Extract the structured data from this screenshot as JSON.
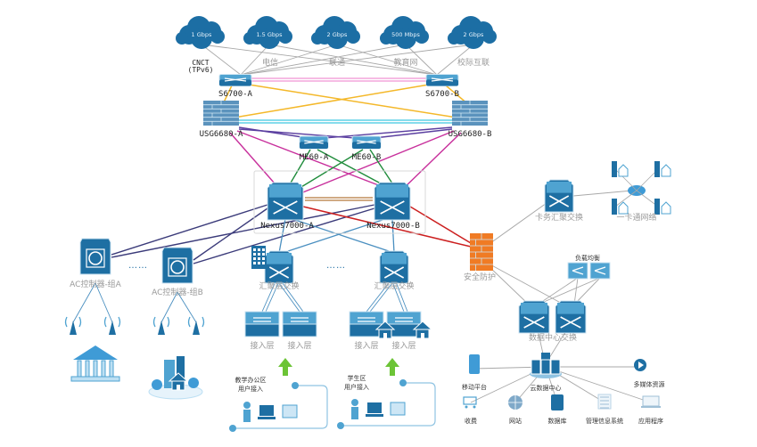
{
  "diagram": {
    "title": "",
    "colors": {
      "device_blue": "#1e6fa3",
      "device_light": "#4fa3d1",
      "cloud": "#1c6ea4",
      "firewall_orange": "#f07b24",
      "link_gray": "#a8a8a8",
      "link_pink": "#f4a6dc",
      "link_yellow": "#f4b82a",
      "link_cyan": "#5fd0e6",
      "link_purple": "#5b3fa0",
      "link_magenta": "#c8309c",
      "link_green": "#1f8c3b",
      "link_brown": "#b5773a",
      "link_navy": "#3b3b7a",
      "link_steel": "#4a8fc0",
      "link_red": "#cc1f1f",
      "arrow_green": "#6cc436"
    },
    "clouds": [
      {
        "id": "c1",
        "label": "1 Gbps"
      },
      {
        "id": "c2",
        "label": "1.5 Gbps"
      },
      {
        "id": "c3",
        "label": "2 Gbps"
      },
      {
        "id": "c4",
        "label": "500 Mbps"
      },
      {
        "id": "c5",
        "label": "2 Gbps"
      }
    ],
    "isp_labels": [
      {
        "id": "cnct",
        "label": "CNCT\n(TPv6)"
      },
      {
        "id": "telecom",
        "label": "电信"
      },
      {
        "id": "unicom",
        "label": "联通"
      },
      {
        "id": "edunet",
        "label": "教育网"
      },
      {
        "id": "campus",
        "label": "校际互联"
      }
    ],
    "devices": {
      "s6700a": "S6700-A",
      "s6700b": "S6700-B",
      "usga": "USG6680-A",
      "usgb": "USG6680-B",
      "me60a": "ME60-A",
      "me60b": "ME60-B",
      "nexa": "Nexus7000-A",
      "nexb": "Nexus7000-B",
      "aca": "AC控制器-组A",
      "acb": "AC控制器-组B",
      "agg1": "汇聚层交换",
      "agg2": "汇聚层交换",
      "acc1": "接入层",
      "acc2": "接入层",
      "acc3": "接入层",
      "acc4": "接入层",
      "security": "安全防护",
      "card_agg": "卡务汇聚交换",
      "card_net": "一卡通网络",
      "lb": "负载均衡",
      "dc_switch": "数据中心交换",
      "cloud_dc": "云数据中心"
    },
    "ellipses": [
      "……",
      "……"
    ],
    "user_zones": [
      {
        "label_line1": "教学办公区",
        "label_line2": "用户接入"
      },
      {
        "label_line1": "学生区",
        "label_line2": "用户接入"
      }
    ],
    "services": [
      {
        "id": "mobile",
        "label": "移动平台"
      },
      {
        "id": "media",
        "label": "多媒体资源"
      },
      {
        "id": "billing",
        "label": "收费"
      },
      {
        "id": "website",
        "label": "网站"
      },
      {
        "id": "database",
        "label": "数据库"
      },
      {
        "id": "mis",
        "label": "管理信息系统"
      },
      {
        "id": "apps",
        "label": "应用程序"
      }
    ]
  }
}
